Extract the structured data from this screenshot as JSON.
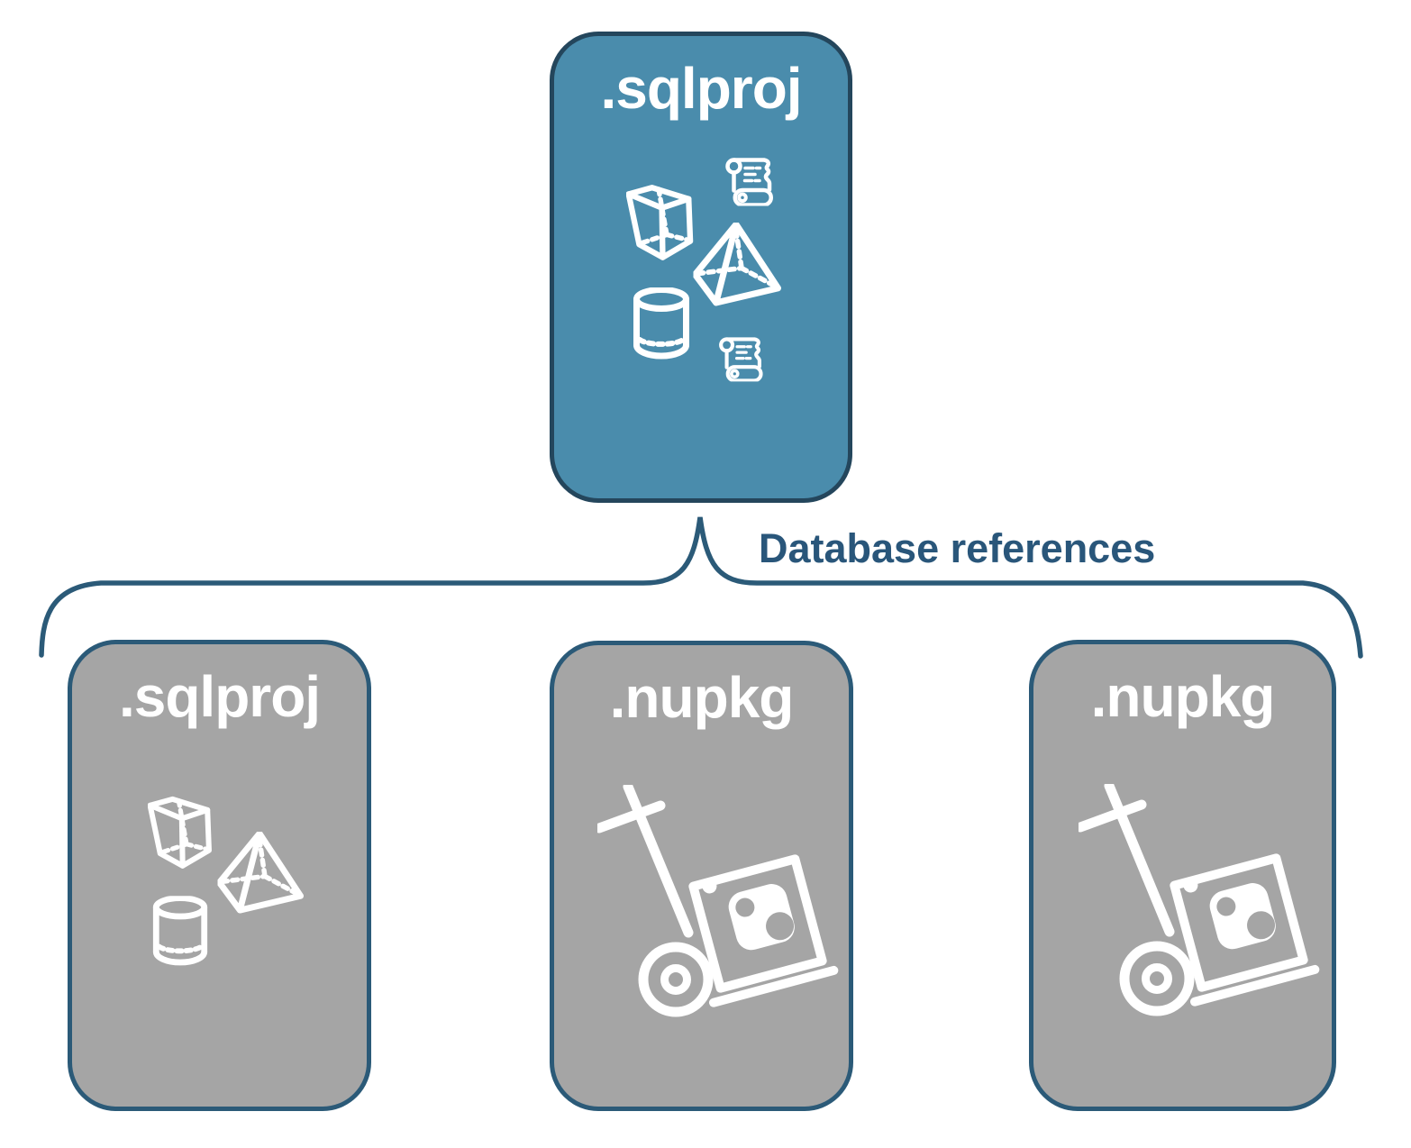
{
  "diagram": {
    "top_box": {
      "label": ".sqlproj"
    },
    "connector_label": "Database references",
    "bottom_boxes": [
      {
        "label": ".sqlproj"
      },
      {
        "label": ".nupkg"
      },
      {
        "label": ".nupkg"
      }
    ],
    "icons": {
      "top_box": [
        "cube-icon",
        "scroll-icon",
        "pyramid-icon",
        "cylinder-icon",
        "scroll-icon"
      ],
      "sqlproj_box": [
        "cube-icon",
        "pyramid-icon",
        "cylinder-icon"
      ],
      "nupkg_box": [
        "handtruck-package-icon"
      ]
    },
    "colors": {
      "top_box_fill": "#4A8CAC",
      "top_box_border": "#24465C",
      "bottom_box_fill": "#A5A5A5",
      "bottom_box_border": "#2B5A78",
      "connector": "#2B5A78",
      "label_text": "#29567A",
      "icon_stroke": "#FFFFFF"
    }
  }
}
